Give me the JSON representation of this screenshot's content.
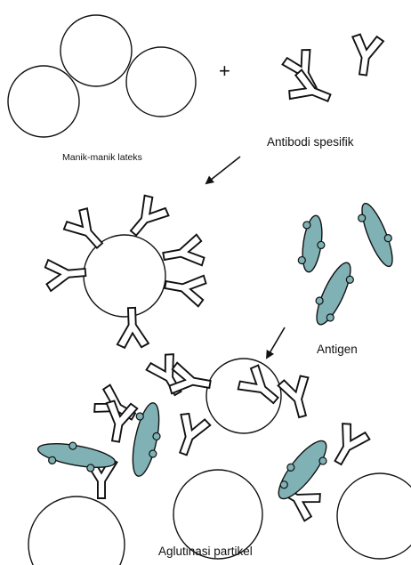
{
  "labels": {
    "beads": "Manik-manik lateks",
    "antibody": "Antibodi spesifik",
    "antigen": "Antigen",
    "agglutination": "Aglutinasi partikel",
    "plus": "+"
  },
  "colors": {
    "antigen_fill": "#7fb1b5",
    "stroke": "#111111",
    "background": "#ffffff"
  },
  "icons": {
    "bead": "latex-bead-circle",
    "antibody": "y-shaped-antibody",
    "antigen": "ellipse-antigen-with-epitopes",
    "arrow": "down-left-arrow"
  }
}
